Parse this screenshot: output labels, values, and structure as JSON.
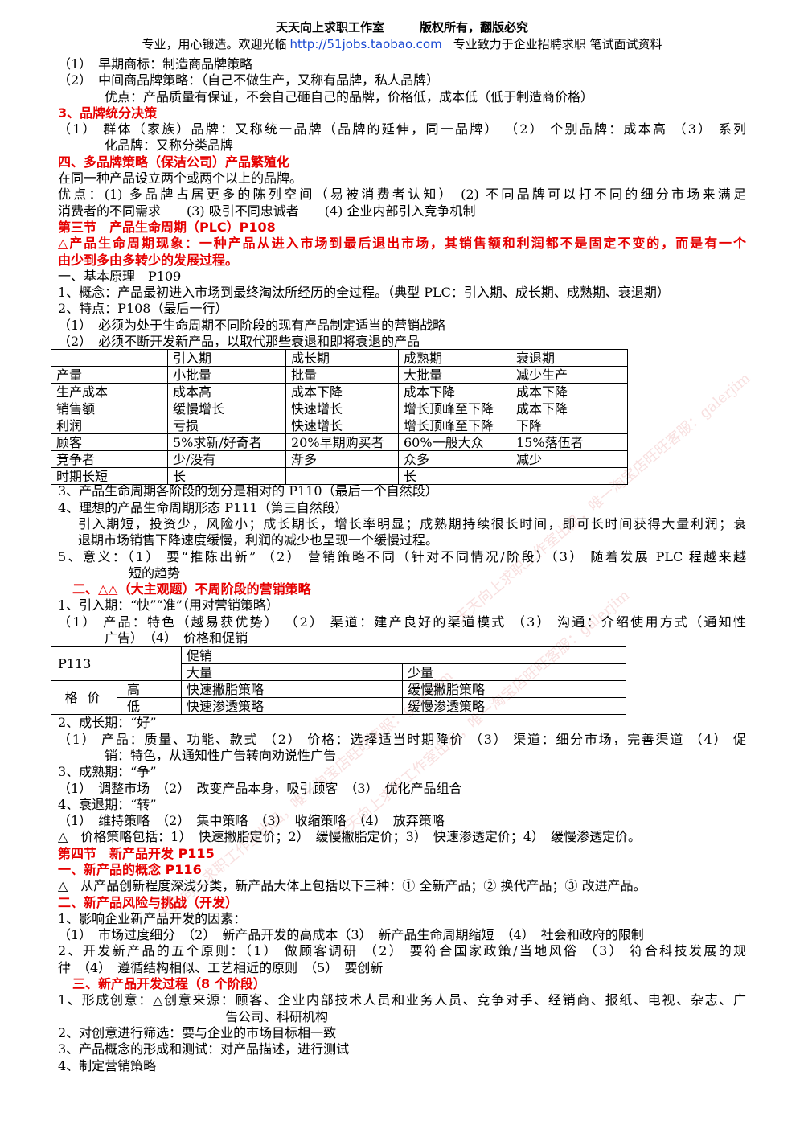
{
  "header": {
    "studio": "天天向上求职工作室",
    "rights": "版权所有，翻版必究",
    "welcome": "专业，用心锻造。欢迎光临",
    "url": "http://51jobs.taobao.com",
    "tagline": "专业致力于企业招聘求职 笔试面试资料"
  },
  "watermark": {
    "text": "天天向上求职工作室出品，唯一淘宝店旺旺客服：galerjim"
  },
  "brand_strategy": {
    "item_1": "（1）　早期商标：制造商品牌策略",
    "item_2": "（2）　中间商品牌策略：（自己不做生产，又称有品牌，私人品牌）",
    "item_2_advantage": "优点：产品质量有保证，不会自己砸自己的品牌，价格低，成本低（低于制造商价格）",
    "decision_heading": "3、品牌统分决策",
    "decision_line_1": "（1） 群体（家族）品牌：又称统一品牌（品牌的延伸，同一品牌） （2） 个别品牌：成本高 （3） 系列",
    "decision_line_2": "化品牌：又称分类品牌"
  },
  "multi_brand": {
    "heading": "四、多品牌策略（保洁公司）产品繁殖化",
    "definition": "在同一种产品设立两个或两个以上的品牌。",
    "advantages_line_1": "优点：(1) 多品牌占居更多的陈列空间（易被消费者认知） (2) 不同品牌可以打不同的细分市场来满足",
    "advantages_line_2": "消费者的不同需求　　(3) 吸引不同忠诚者　　(4) 企业内部引入竞争机制"
  },
  "plc": {
    "section_title": "第三节　产品生命周期（PLC）P108",
    "phenomenon_line_1": "△产品生命周期现象：一种产品从进入市场到最后退出市场，其销售额和利润都不是固定不变的，而是有一个",
    "phenomenon_line_2": "由少到多由多转少的发展过程。",
    "basics_heading": "一、基本原理　P109",
    "concept": "1、概念：产品最初进入市场到最终淘汰所经历的全过程。（典型 PLC：引入期、成长期、成熟期、衰退期）",
    "features": "2、特点：P108（最后一行）",
    "feature_1": "（1）　必须为处于生命周期不同阶段的现有产品制定适当的营销战略",
    "feature_2": "（2）　必须不断开发新产品，以取代那些衰退和即将衰退的产品",
    "stage_table": {
      "headers": [
        "",
        "引入期",
        "成长期",
        "成熟期",
        "衰退期"
      ],
      "rows": [
        [
          "产量",
          "小批量",
          "批量",
          "大批量",
          "减少生产"
        ],
        [
          "生产成本",
          "成本高",
          "成本下降",
          "成本下降",
          "成本下降"
        ],
        [
          "销售额",
          "缓慢增长",
          "快速增长",
          "增长顶峰至下降",
          "成本下降"
        ],
        [
          "利润",
          "亏损",
          "快速增长",
          "增长顶峰至下降",
          "下降"
        ],
        [
          "顾客",
          "5%求新/好奇者",
          "20%早期购买者",
          "60%一般大众",
          "15%落伍者"
        ],
        [
          "竞争者",
          "少/没有",
          "渐多",
          "众多",
          "减少"
        ],
        [
          "时期长短",
          "长",
          "",
          "长",
          ""
        ]
      ]
    },
    "point_3": "3、产品生命周期各阶段的划分是相对的 P110（最后一个自然段）",
    "point_4": "4、理想的产品生命周期形态 P111（第三自然段）",
    "point_4_detail_1": "引入期短，投资少，风险小；成长期长，增长率明显；成熟期持续很长时间，即可长时间获得大量利润；衰",
    "point_4_detail_2": "退期市场销售下降速度缓慢，利润的减少也呈现一个缓慢过程。",
    "point_5_line_1": "5、意义：（1） 要“推陈出新” （2） 营销策略不同（针对不同情况/阶段）（3） 随着发展 PLC 程越来越",
    "point_5_line_2": "短的趋势"
  },
  "stage_strategy": {
    "heading": "二、△△（大主观题）不周阶段的营销策略",
    "intro_heading": "1、引入期：“快”“准”（用对营销策略）",
    "intro_line_1": "（1） 产品：特色（越易获优势） （2） 渠道：建产良好的渠道模式 （3） 沟通：介绍使用方式（通知性",
    "intro_line_2": "广告）　（4）　价格和促销",
    "price_table": {
      "ref": "P113",
      "promotion": "促销",
      "promo_high": "大量",
      "promo_low": "少量",
      "price": "格价",
      "price_high": "高",
      "price_low": "低",
      "high_high": "快速撇脂策略",
      "high_low": "缓慢撇脂策略",
      "low_high": "快速渗透策略",
      "low_low": "缓慢渗透策略"
    },
    "growth_heading": "2、成长期：“好”",
    "growth_line_1": "（1） 产品：质量、功能、款式 （2） 价格：选择适当时期降价 （3） 渠道：细分市场，完善渠道 （4） 促",
    "growth_line_2": "销：特色，从通知性广告转向劝说性广告",
    "mature_heading": "3、成熟期：“争”",
    "mature_items": "（1）　调整市场　（2）　改变产品本身，吸引顾客　（3）　优化产品组合",
    "decline_heading": "4、衰退期：“转”",
    "decline_items": "（1）　维持策略　（2）　集中策略　（3）　收缩策略　（4）　放弃策略",
    "price_strategy": "△　价格策略包括：1）　快速撇脂定价；2）　缓慢撇脂定价；3）　快速渗透定价；4）　缓慢渗透定价。"
  },
  "new_product": {
    "section_title": "第四节　新产品开发 P115",
    "concept_heading": "一、新产品的概念 P116",
    "concept_text": "△　从产品创新程度深浅分类，新产品大体上包括以下三种：① 全新产品；② 换代产品；③ 改进产品。",
    "risk_heading": "二、新产品风险与挑战（开发）",
    "factors_heading": "1、影响企业新产品开发的因素：",
    "factors_items": "（1）　市场过度细分　（2）　新产品开发的高成本（3）　新产品生命周期缩短　（4）　社会和政府的限制",
    "principles_line_1": "2、开发新产品的五个原则：（1） 做顾客调研 （2） 要符合国家政策/当地风俗 （3） 符合科技发展的规",
    "principles_line_2": "律　（4）　遵循结构相似、工艺相近的原则　（5）　要创新",
    "process_heading": "三、新产品开发过程（8 个阶段）",
    "process_idea_line_1": "1、形成创意：△创意来源：顾客、企业内部技术人员和业务人员、竞争对手、经销商、报纸、电视、杂志、广",
    "process_idea_line_2": "告公司、科研机构",
    "process_screening": "2、对创意进行筛选：要与企业的市场目标相一致",
    "process_concept_test": "3、产品概念的形成和测试：对产品描述，进行测试",
    "process_marketing": "4、制定营销策略"
  }
}
